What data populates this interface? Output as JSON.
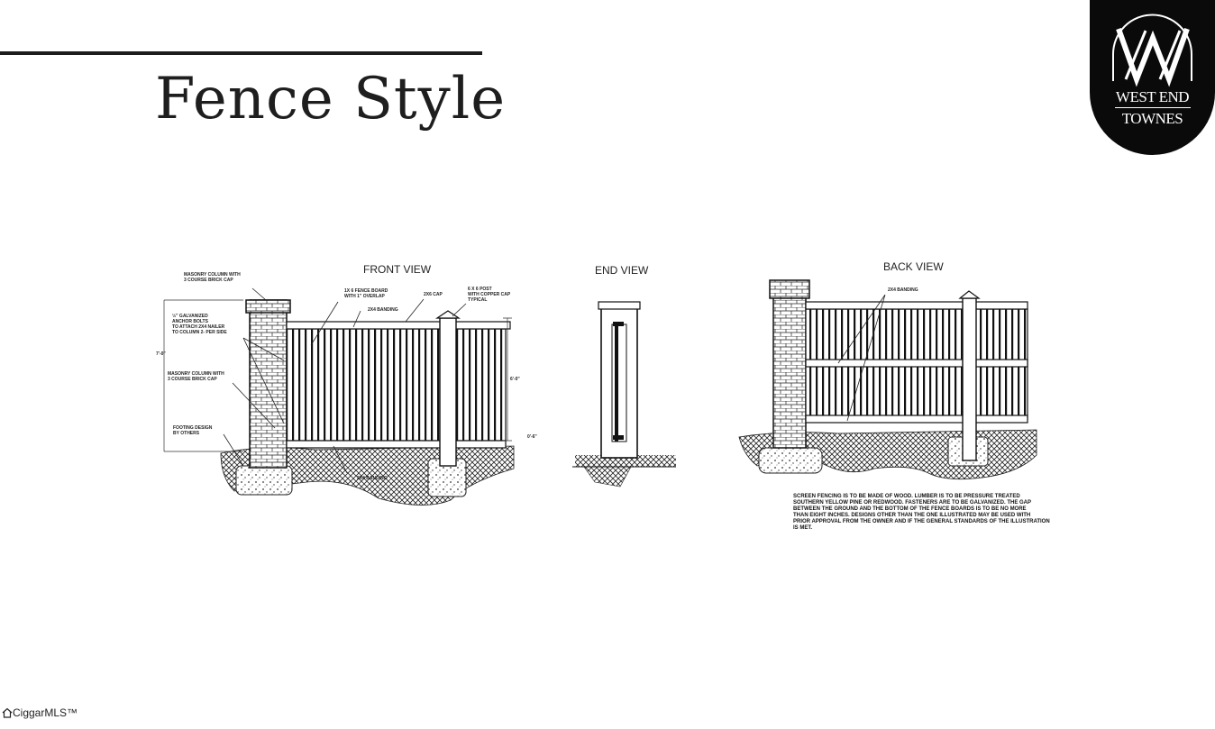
{
  "title": "Fence Style",
  "logo": {
    "line1": "WEST END",
    "line2": "TOWNES"
  },
  "views": {
    "front": "FRONT VIEW",
    "end": "END VIEW",
    "back": "BACK VIEW"
  },
  "front_notes": {
    "masonry_cap_top": "MASONRY COLUMN WITH\n3 COURSE BRICK CAP",
    "fence_board": "1X 6 FENCE BOARD\nWITH 1\" OVERLAP",
    "cap_2x6": "2X6 CAP",
    "post": "6 X 6 POST\nWITH COPPER CAP\nTYPICAL",
    "banding_top": "2X4 BANDING",
    "anchor": "½\" GALVANIZED\nANCHOR BOLTS\nTO ATTACH 2X4 NAILER\nTO COLUMN 2- PER SIDE",
    "height_left": "7'-0\"",
    "masonry_cap_mid": "MASONRY COLUMN WITH\n3 COURSE BRICK CAP",
    "height_right": "6'-0\"",
    "footing": "FOOTING DESIGN\nBY OTHERS",
    "gap": "0'-6\"",
    "banding_bottom": "2X4 BANDING"
  },
  "back_notes": {
    "banding": "2X4 BANDING"
  },
  "spec_lines": [
    "SCREEN FENCING IS TO BE MADE OF WOOD. LUMBER IS TO BE PRESSURE TREATED",
    "SOUTHERN YELLOW PINE OR REDWOOD. FASTENERS ARE TO BE GALVANIZED. THE GAP",
    "BETWEEN THE GROUND AND THE BOTTOM OF THE FENCE BOARDS IS TO BE NO MORE",
    "THAN EIGHT INCHES. DESIGNS OTHER THAN THE ONE ILLUSTRATED MAY BE USED WITH",
    "PRIOR APPROVAL FROM THE OWNER AND IF THE GENERAL STANDARDS OF THE ILLUSTRATION",
    "IS MET."
  ],
  "watermark": "CiggarMLS™"
}
